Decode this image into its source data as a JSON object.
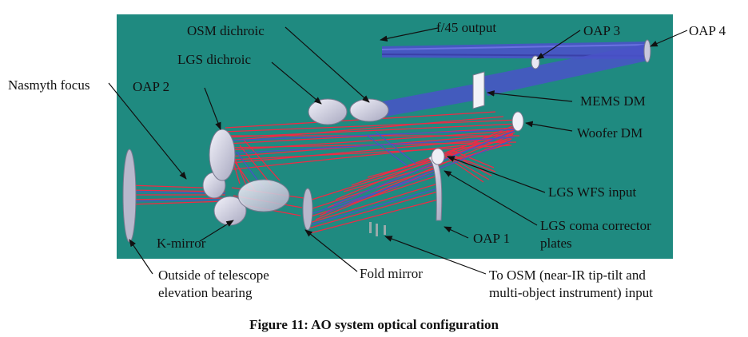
{
  "caption": "Figure 11: AO system optical configuration",
  "labels": {
    "osm_dichroic": "OSM dichroic",
    "f45_output": "f/45 output",
    "oap3": "OAP 3",
    "oap4": "OAP 4",
    "lgs_dichroic": "LGS dichroic",
    "nasmyth_focus": "Nasmyth focus",
    "oap2": "OAP 2",
    "mems_dm": "MEMS DM",
    "woofer_dm": "Woofer DM",
    "lgs_wfs_input": "LGS WFS input",
    "lgs_coma_line1": "LGS coma corrector",
    "lgs_coma_line2": "plates",
    "oap1": "OAP 1",
    "k_mirror": "K-mirror",
    "outside_line1": "Outside of telescope",
    "outside_line2": "elevation bearing",
    "fold_mirror": "Fold mirror",
    "to_osm_line1": "To OSM (near-IR tip-tilt and",
    "to_osm_line2": "multi-object instrument) input"
  },
  "colors": {
    "background_panel": "#1f8a80",
    "beam_red": "#ee2b45",
    "beam_blue": "#4a52c8",
    "optic_gray": "#d8d8e6"
  }
}
